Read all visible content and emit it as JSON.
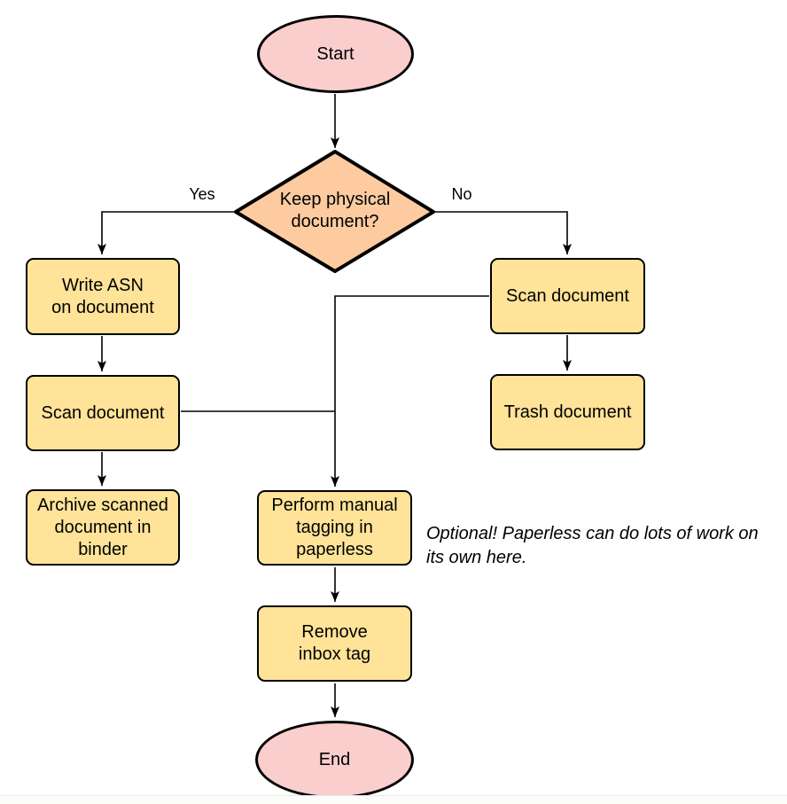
{
  "nodes": {
    "start": {
      "type": "terminator",
      "label": "Start"
    },
    "decision": {
      "type": "decision",
      "label": "Keep physical\ndocument?"
    },
    "write_asn": {
      "type": "process",
      "label": "Write ASN\non document"
    },
    "scan_left": {
      "type": "process",
      "label": "Scan document"
    },
    "archive": {
      "type": "process",
      "label": "Archive scanned\ndocument in\nbinder"
    },
    "scan_right": {
      "type": "process",
      "label": "Scan document"
    },
    "trash": {
      "type": "process",
      "label": "Trash document"
    },
    "perform_tagging": {
      "type": "process",
      "label": "Perform manual\ntagging in\npaperless"
    },
    "remove_inbox": {
      "type": "process",
      "label": "Remove\ninbox tag"
    },
    "end": {
      "type": "terminator",
      "label": "End"
    }
  },
  "edge_labels": {
    "yes": "Yes",
    "no": "No"
  },
  "annotation": "Optional! Paperless can do lots of work on\nits own here.",
  "colors": {
    "terminator_fill": "#f9cecd",
    "decision_fill": "#fdcb9f",
    "process_fill": "#ffe398",
    "stroke": "#000000",
    "background": "#ffffff"
  }
}
